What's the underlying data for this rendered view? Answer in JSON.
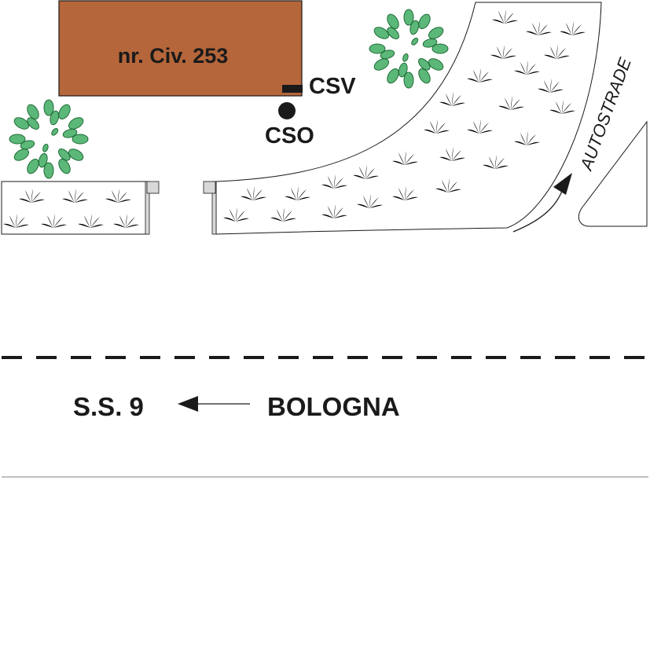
{
  "building": {
    "label": "nr. Civ. 253",
    "color": "#b5663a"
  },
  "markers": {
    "csv_label": "CSV",
    "cso_label": "CSO"
  },
  "road_signs": {
    "autostrade": "AUTOSTRADE",
    "ss9": "S.S. 9",
    "bologna": "BOLOGNA"
  },
  "colors": {
    "grass": "#2ea84a",
    "tree_leaf": "#5cb878",
    "tree_outline": "#1f6b38",
    "ink": "#1a1a1a"
  },
  "icons": [
    "tree-icon",
    "grass-tuft-icon",
    "arrow-left-icon",
    "arrow-curved-icon"
  ]
}
